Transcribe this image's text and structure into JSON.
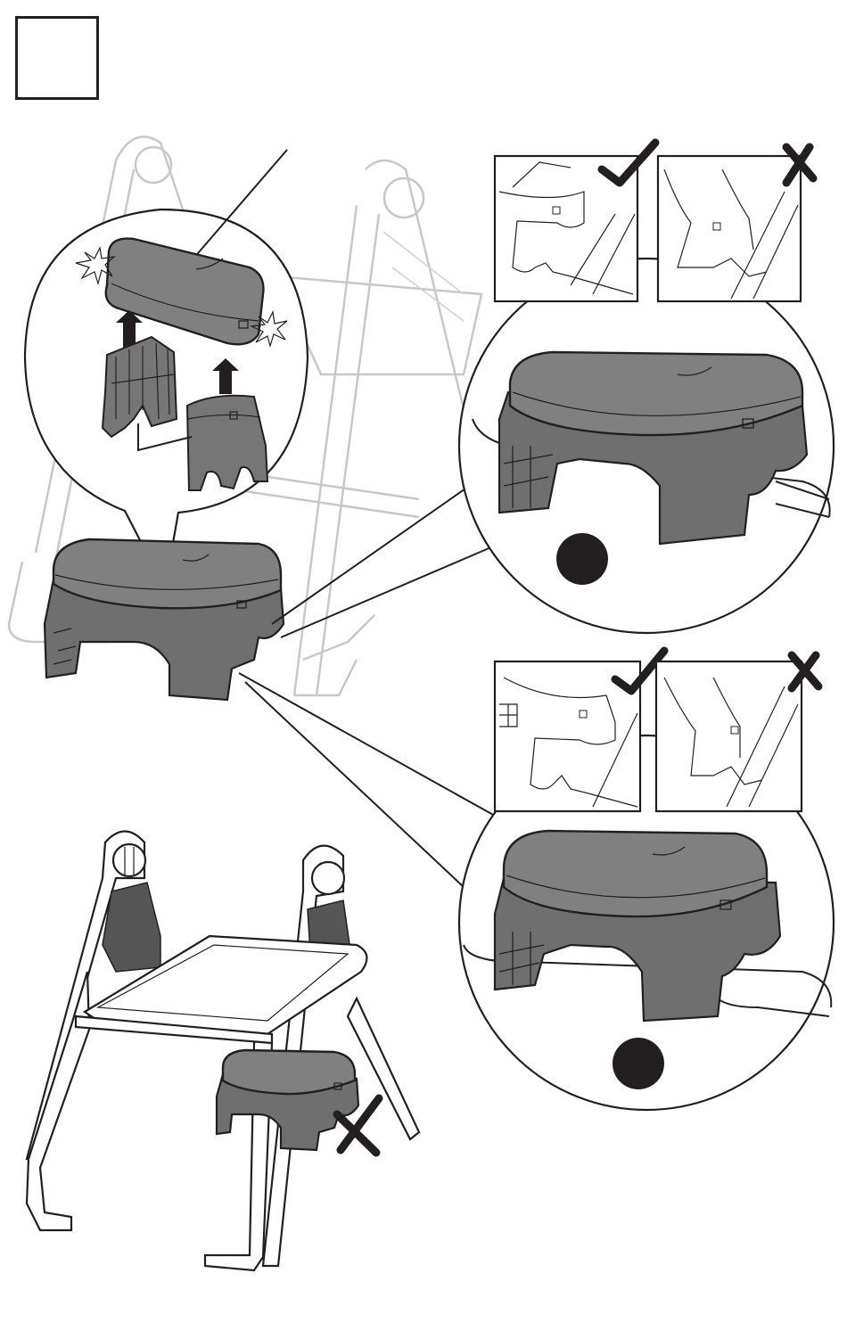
{
  "step": {
    "number": ""
  },
  "panels": [
    {
      "id": "detail-top",
      "correct": "check",
      "incorrect": "cross"
    },
    {
      "id": "detail-bottom",
      "correct": "check",
      "incorrect": "cross"
    }
  ],
  "icons": {
    "check": "check-mark-icon",
    "cross": "cross-mark-icon",
    "impact": "click-burst-icon",
    "arrow": "arrow-up-icon",
    "bullet": "filled-circle-icon"
  },
  "colors": {
    "ink": "#231f20",
    "stool": "#7a7a7a",
    "ghost": "#c8c8c8"
  }
}
